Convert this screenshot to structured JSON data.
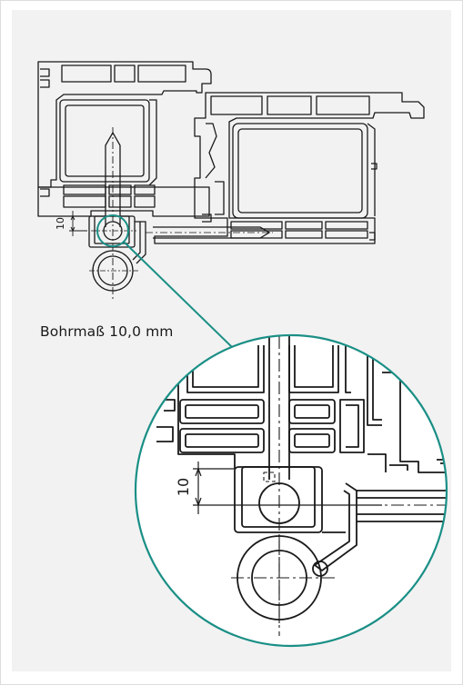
{
  "diagram": {
    "overview_dimension": "10",
    "detail_dimension": "10",
    "caption": "Bohrmaß 10,0 mm",
    "colors": {
      "background": "#ffffff",
      "panel": "#f2f2f2",
      "line": "#1a1a1a",
      "accent": "#1a8f86",
      "detail_fill": "#ffffff"
    }
  }
}
